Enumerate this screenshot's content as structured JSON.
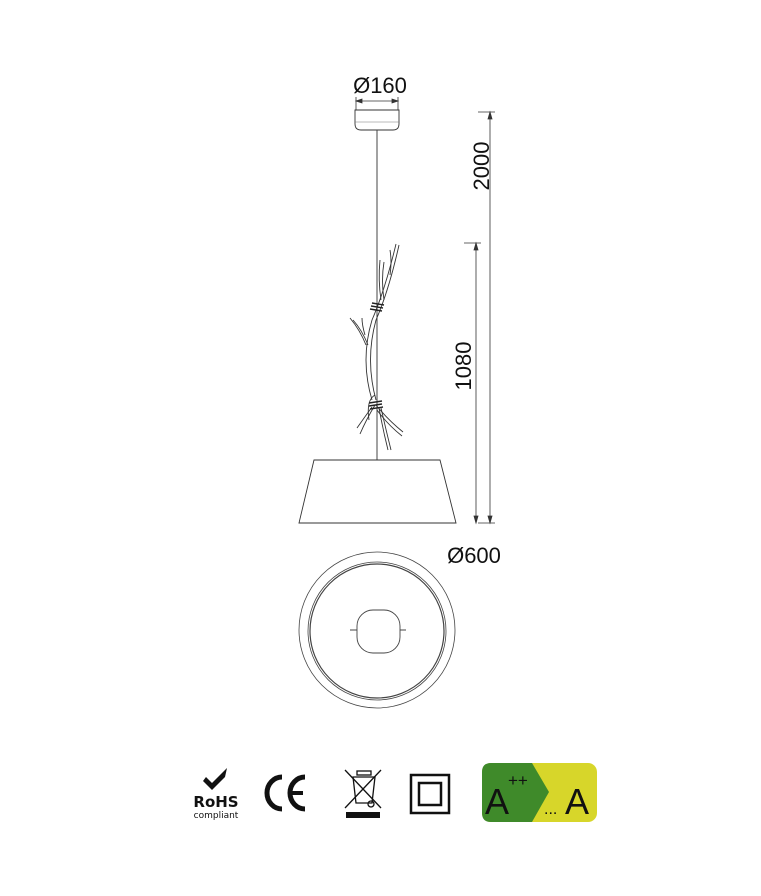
{
  "dimensions": {
    "canopy_diameter": "Ø160",
    "total_height": "2000",
    "lamp_height": "1080",
    "shade_diameter": "Ø600"
  },
  "certifications": {
    "rohs_title": "RoHS",
    "rohs_subtitle": "compliant",
    "ce_mark": "CE",
    "weee": "weee-bin-icon",
    "class_ii": "double-square-icon"
  },
  "energy_label": {
    "best_class": "A",
    "best_class_sup": "++",
    "range_separator": "...",
    "worst_class": "A",
    "colors": {
      "green": "#3f8a2a",
      "yellow": "#d7d62a"
    }
  }
}
